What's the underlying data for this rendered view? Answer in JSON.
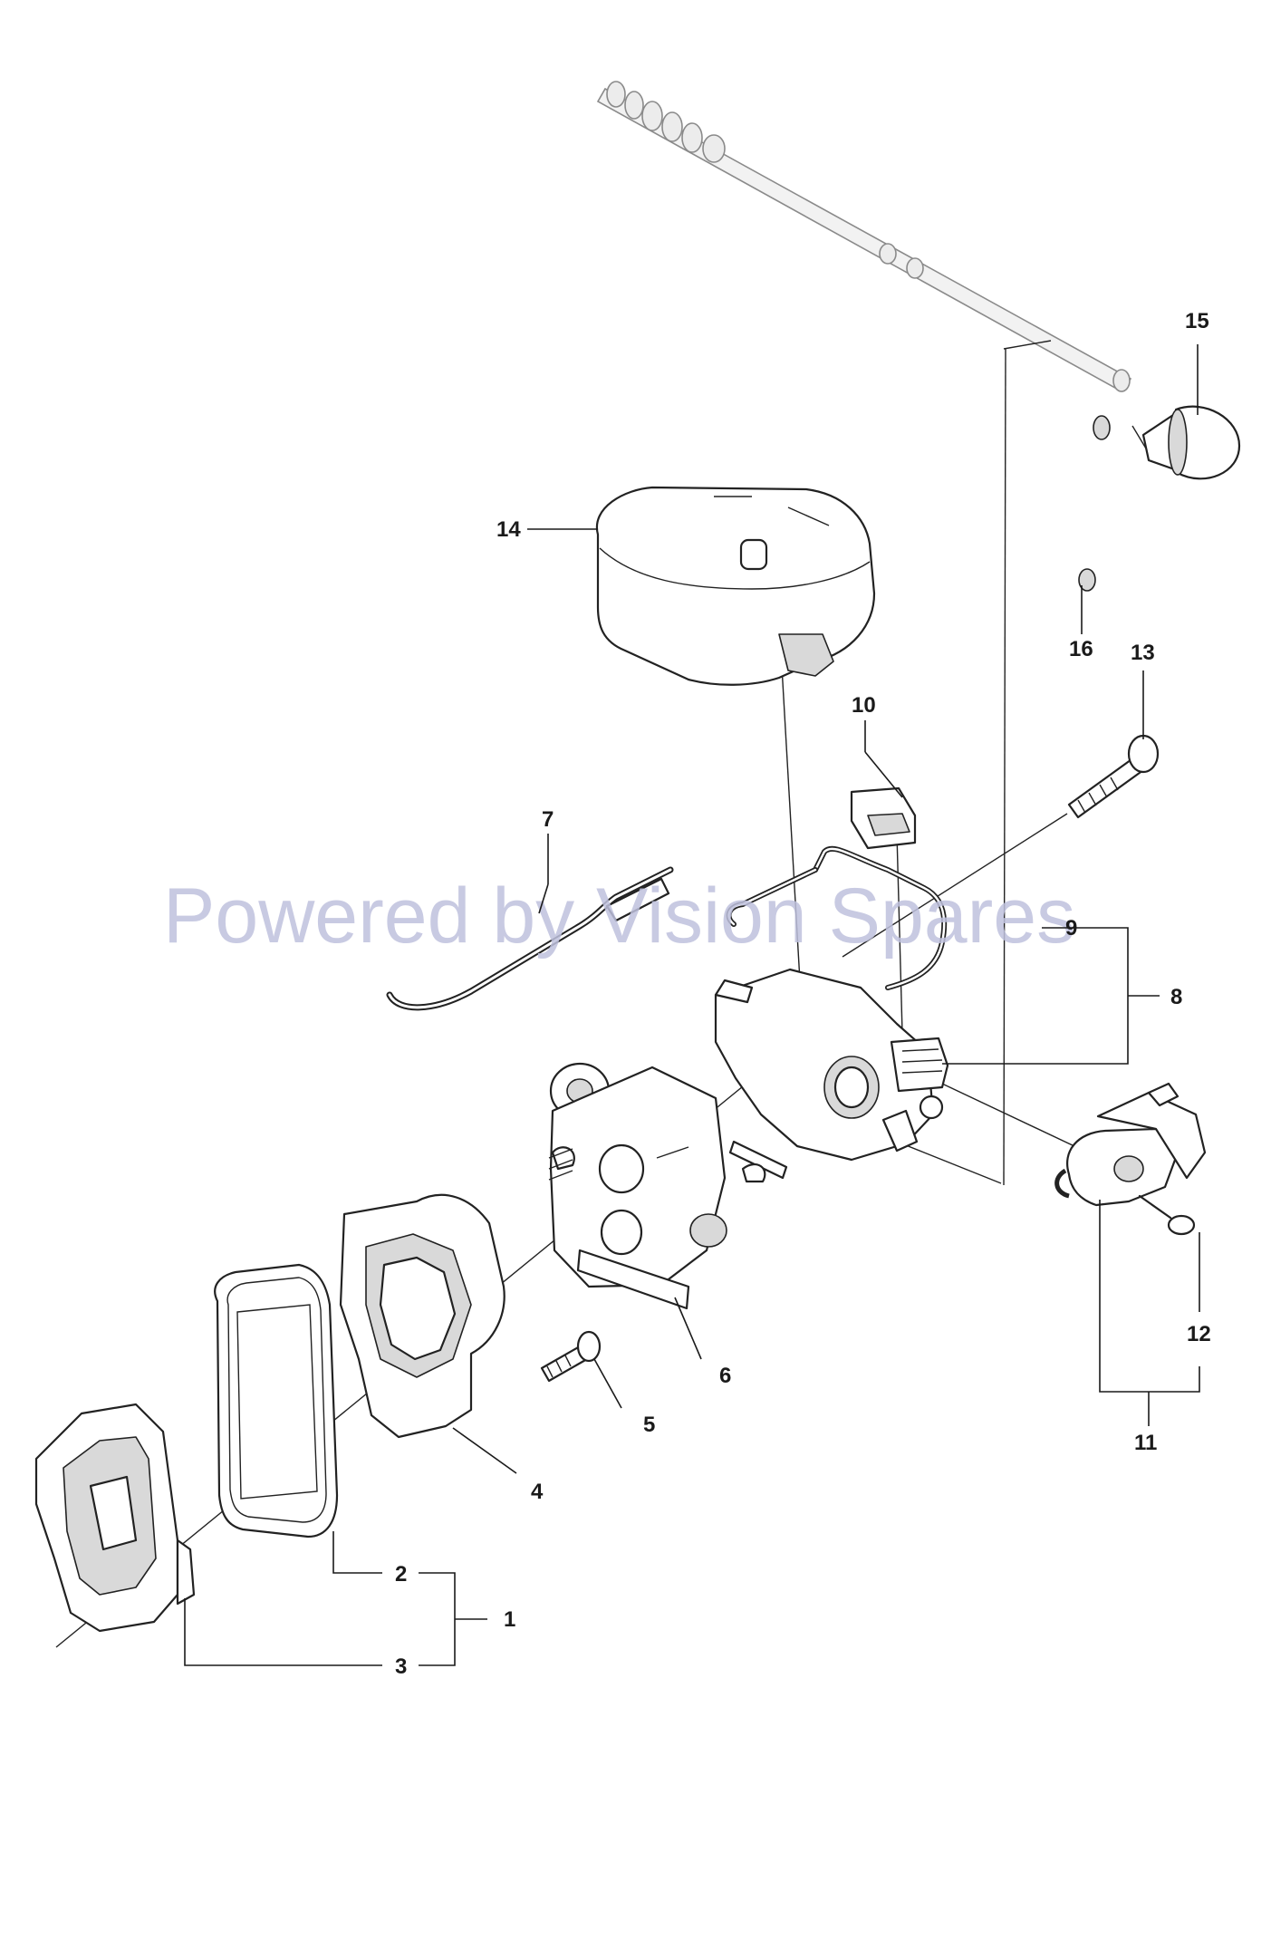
{
  "watermark": "Powered by Vision Spares",
  "callouts": {
    "c1": "1",
    "c2": "2",
    "c3": "3",
    "c4": "4",
    "c5": "5",
    "c6": "6",
    "c7": "7",
    "c8": "8",
    "c9": "9",
    "c10": "10",
    "c11": "11",
    "c12": "12",
    "c13": "13",
    "c14": "14",
    "c15": "15",
    "c16": "16"
  },
  "colors": {
    "line": "#1a1a1a",
    "watermark": "#bfc1dd",
    "ghost": "#8a8a8a"
  }
}
